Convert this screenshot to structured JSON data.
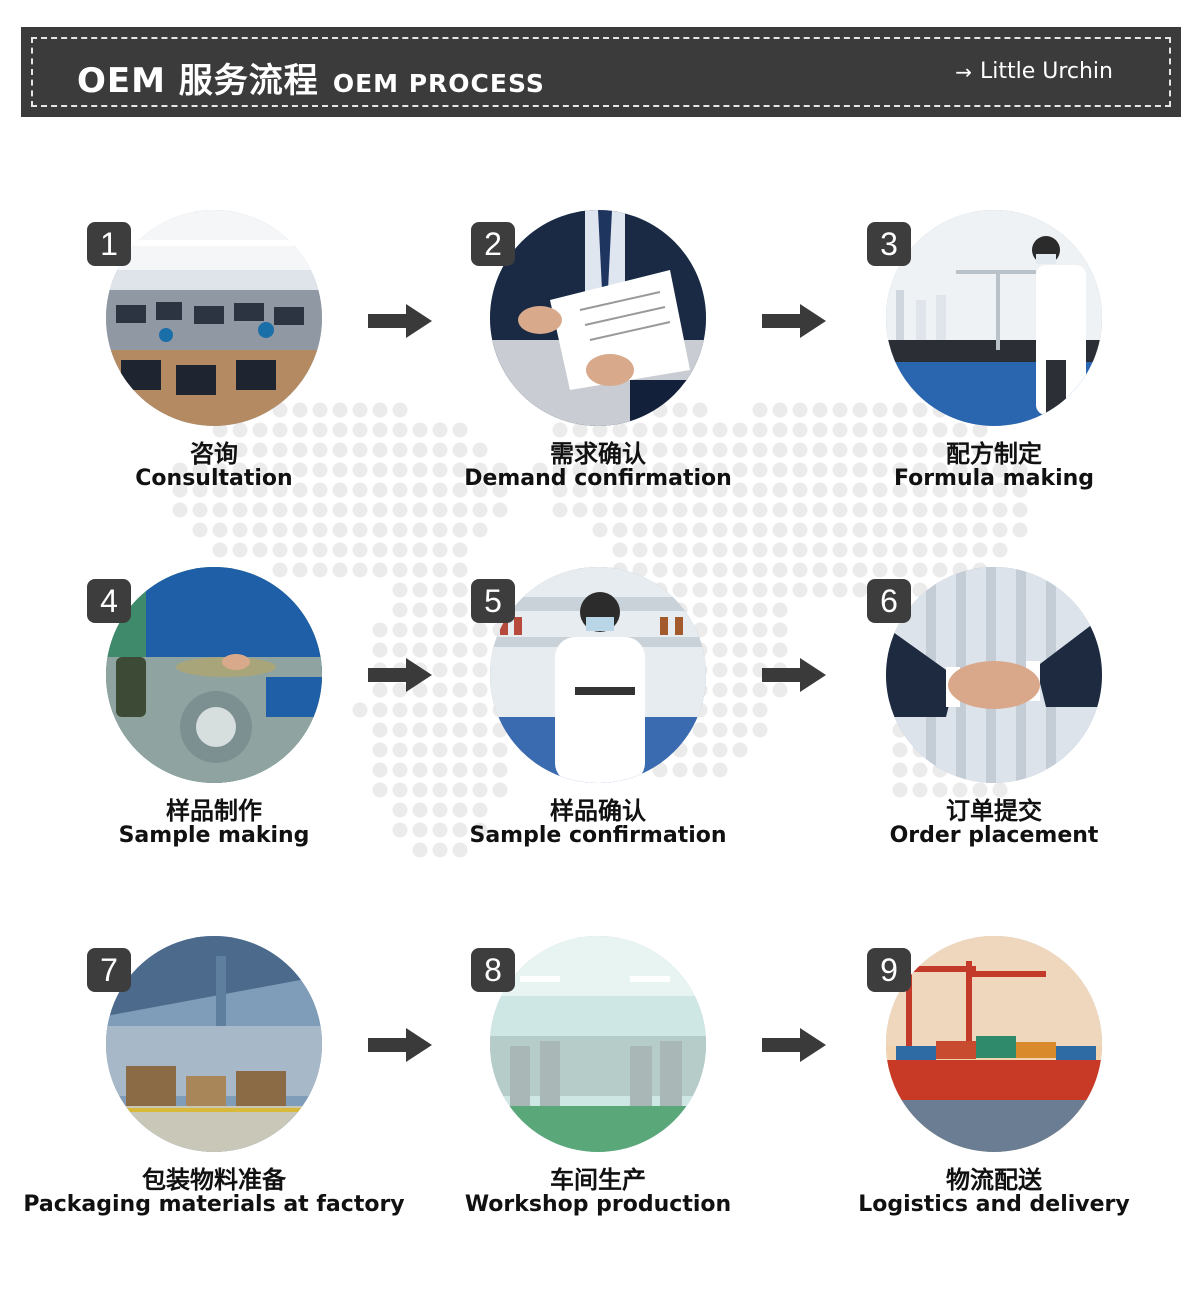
{
  "header": {
    "title_main": "OEM 服务流程",
    "title_sub": "OEM PROCESS",
    "brand_link": "Little Urchin",
    "arrow_glyph": "→"
  },
  "steps": [
    {
      "number": "1",
      "label_cn": "咨询",
      "label_en": "Consultation",
      "photo": "office-photo"
    },
    {
      "number": "2",
      "label_cn": "需求确认",
      "label_en": "Demand confirmation",
      "photo": "contract-photo"
    },
    {
      "number": "3",
      "label_cn": "配方制定",
      "label_en": "Formula making",
      "photo": "lab-photo"
    },
    {
      "number": "4",
      "label_cn": "样品制作",
      "label_en": "Sample making",
      "photo": "machine-photo"
    },
    {
      "number": "5",
      "label_cn": "样品确认",
      "label_en": "Sample confirmation",
      "photo": "scientist-photo"
    },
    {
      "number": "6",
      "label_cn": "订单提交",
      "label_en": "Order placement",
      "photo": "handshake-photo"
    },
    {
      "number": "7",
      "label_cn": "包装物料准备",
      "label_en": "Packaging materials at factory",
      "photo": "warehouse-photo"
    },
    {
      "number": "8",
      "label_cn": "车间生产",
      "label_en": "Workshop production",
      "photo": "workshop-photo"
    },
    {
      "number": "9",
      "label_cn": "物流配送",
      "label_en": "Logistics and delivery",
      "photo": "cargo-ship-photo"
    }
  ],
  "colors": {
    "banner_bg": "#3b3b3b",
    "badge_bg": "#3d3d3d",
    "arrow": "#3a3a3a",
    "map_dots": "#ebebeb"
  }
}
